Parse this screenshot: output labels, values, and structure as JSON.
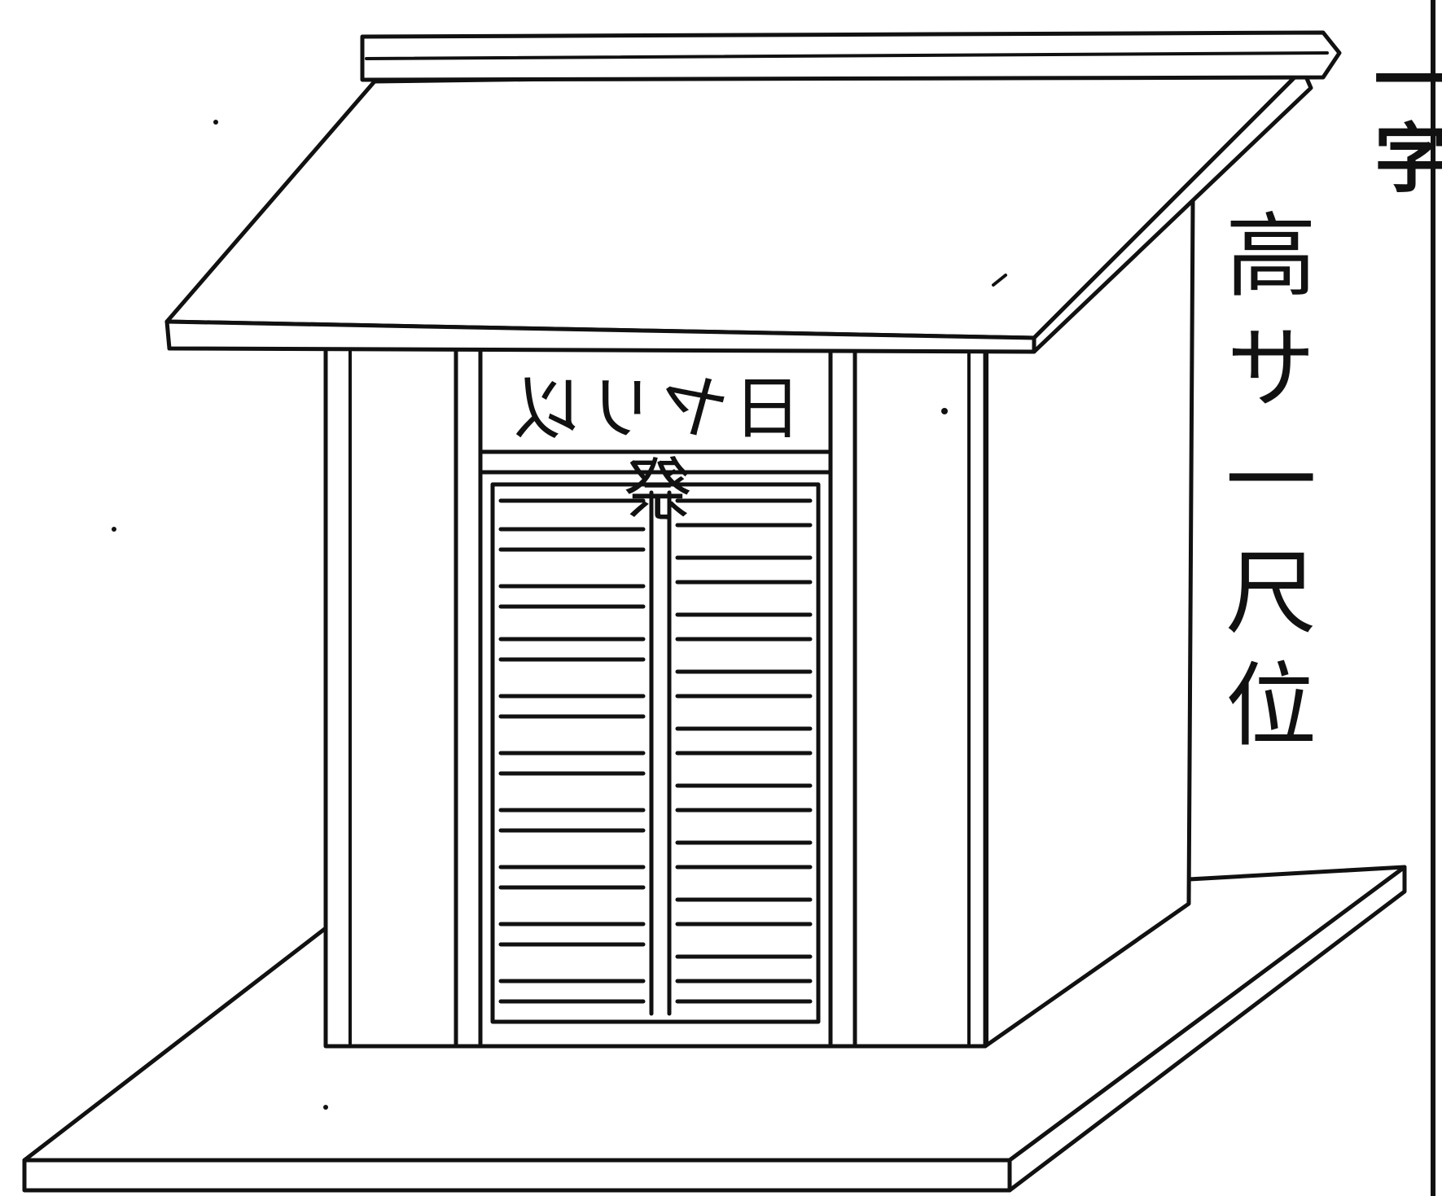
{
  "illustration": {
    "plaque_text": "日ヤリ以祭",
    "height_note": "高サ一尺位",
    "corner_chars": "一字"
  }
}
